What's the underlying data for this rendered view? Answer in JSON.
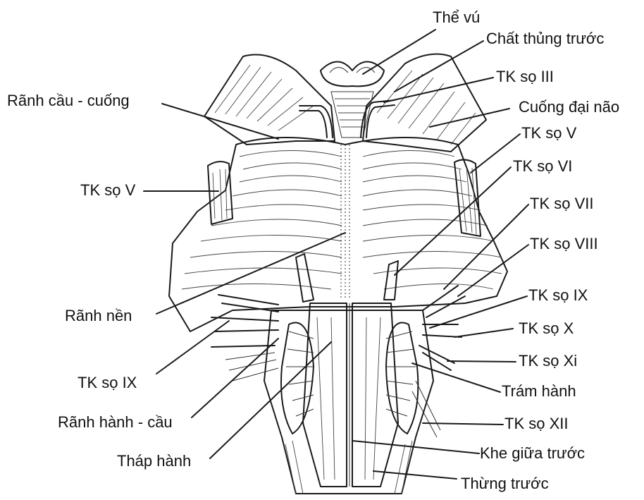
{
  "diagram": {
    "colors": {
      "ink": "#111111",
      "background": "#ffffff"
    },
    "labels": {
      "the_vu": "Thể vú",
      "chat_thung_truoc": "Chất thủng trước",
      "tk_so_iii": "TK sọ III",
      "ranh_cau_cuong": "Rãnh cầu - cuống",
      "cuong_dai_nao": "Cuống đại não",
      "tk_so_v_right": "TK sọ V",
      "tk_so_v_left": "TK sọ V",
      "tk_so_vi": "TK sọ VI",
      "tk_so_vii": "TK sọ VII",
      "tk_so_viii": "TK sọ VIII",
      "ranh_nen": "Rãnh nền",
      "tk_so_ix_right": "TK sọ IX",
      "tk_so_x": "TK sọ X",
      "tk_so_xi": "TK sọ Xi",
      "tk_so_ix_left": "TK sọ IX",
      "tram_hanh": "Trám hành",
      "ranh_hanh_cau": "Rãnh hành - cầu",
      "tk_so_xii": "TK sọ XII",
      "thap_hanh": "Tháp hành",
      "khe_giua_truoc": "Khe giữa trước",
      "thung_truoc": "Thừng trước"
    }
  }
}
